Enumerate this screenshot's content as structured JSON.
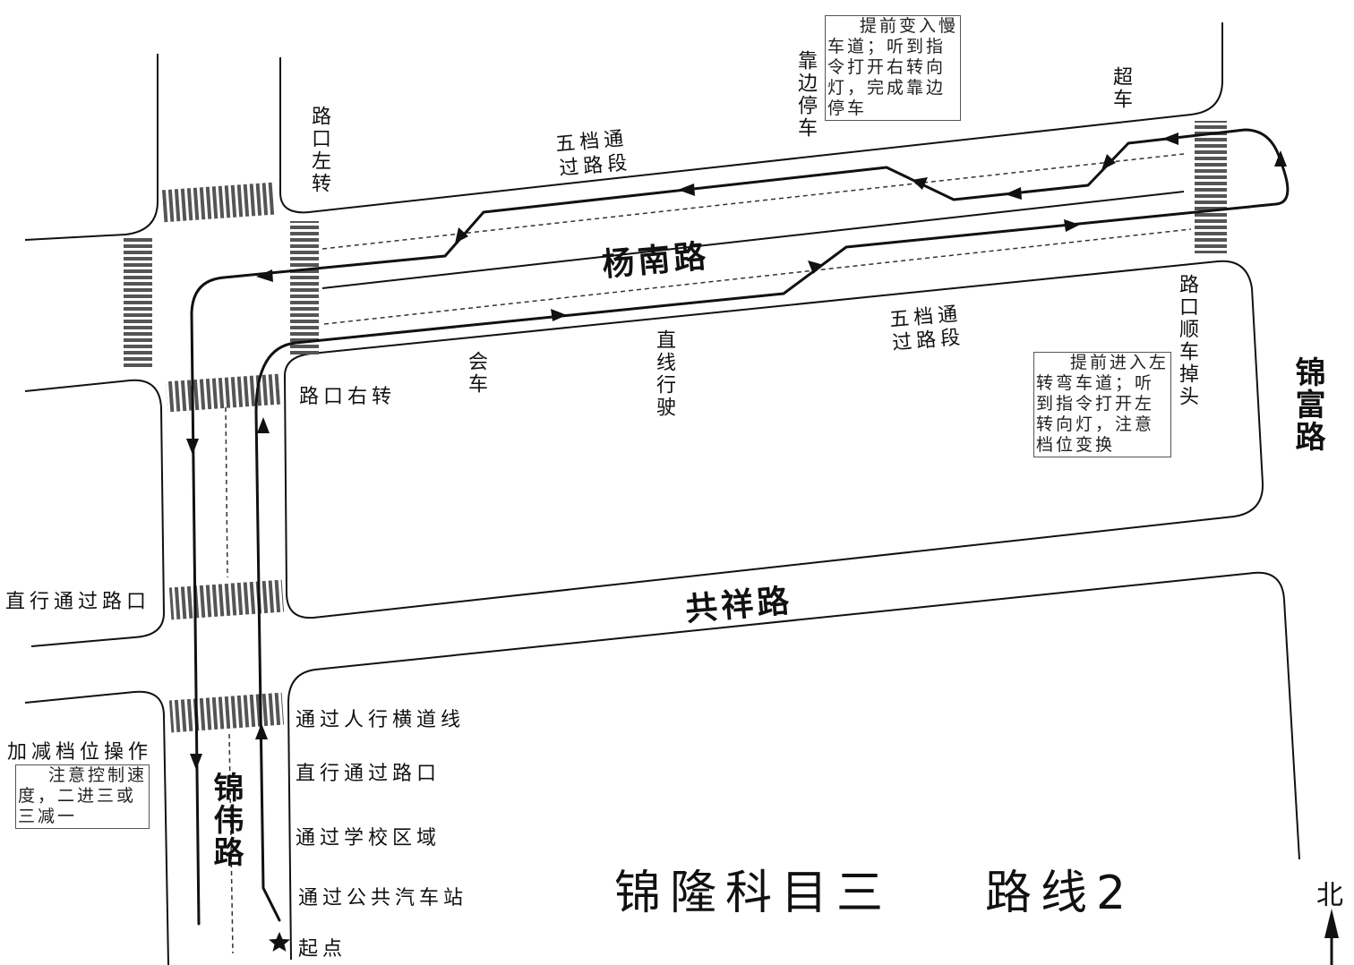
{
  "title": {
    "left": "锦隆科目三",
    "right": "路线2"
  },
  "roads": {
    "yangnan": "杨南路",
    "gongxiang": "共祥路",
    "jinfu": "锦富路",
    "jinwei": "锦伟路"
  },
  "north_label": "北",
  "annotations": {
    "left_turn": "路口左转",
    "gear5_top": [
      "五档通",
      "过路段"
    ],
    "pull_over": "靠边停车",
    "overtake": "超车",
    "u_turn": "路口顺车掉头",
    "gear5_bottom": [
      "五档通",
      "过路段"
    ],
    "straight": "直线行驶",
    "meet": "会车",
    "right_turn": "路口右转",
    "straight_intersection_left": "直行通过路口",
    "gear_op": "加减档位操作",
    "crosswalk": "通过人行横道线",
    "straight_intersection": "直行通过路口",
    "school": "通过学校区域",
    "bus": "通过公共汽车站",
    "start": "起点"
  },
  "notes": {
    "pull_over": [
      "提前变入慢",
      "车道；听到指",
      "令打开右转向",
      "灯，完成靠边",
      "停车"
    ],
    "u_turn": [
      "提前进入左",
      "转弯车道；听",
      "到指令打开左",
      "转向灯，注意",
      "档位变换"
    ],
    "gear_op": [
      "注意控制速",
      "度，二进三或",
      "三减一"
    ]
  },
  "start_icon": "star-icon",
  "colors": {
    "line": "#111111",
    "route": "#111111",
    "crosswalk": "#555555"
  }
}
